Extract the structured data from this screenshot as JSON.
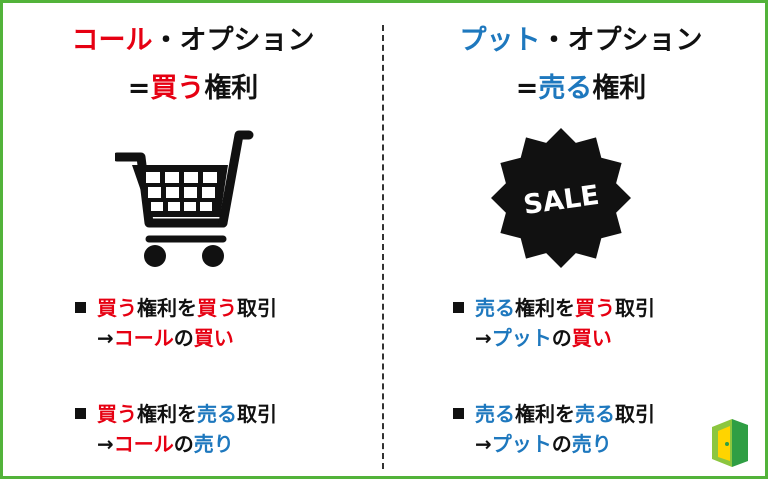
{
  "left": {
    "title1": {
      "accent": "コール",
      "rest": "・オプション"
    },
    "title2": {
      "prefix": "=",
      "accent": "買う",
      "rest": "権利"
    },
    "items": [
      {
        "line1": [
          {
            "t": "買う",
            "c": "red"
          },
          {
            "t": "権利を",
            "c": ""
          },
          {
            "t": "買う",
            "c": "red"
          },
          {
            "t": "取引",
            "c": ""
          }
        ],
        "line2": [
          {
            "t": "→",
            "c": ""
          },
          {
            "t": "コール",
            "c": "red"
          },
          {
            "t": "の",
            "c": ""
          },
          {
            "t": "買い",
            "c": "red"
          }
        ]
      },
      {
        "line1": [
          {
            "t": "買う",
            "c": "red"
          },
          {
            "t": "権利を",
            "c": ""
          },
          {
            "t": "売る",
            "c": "blue"
          },
          {
            "t": "取引",
            "c": ""
          }
        ],
        "line2": [
          {
            "t": "→",
            "c": ""
          },
          {
            "t": "コール",
            "c": "red"
          },
          {
            "t": "の",
            "c": ""
          },
          {
            "t": "売り",
            "c": "blue"
          }
        ]
      }
    ]
  },
  "right": {
    "title1": {
      "accent": "プット",
      "rest": "・オプション"
    },
    "title2": {
      "prefix": "=",
      "accent": "売る",
      "rest": "権利"
    },
    "sale_label": "SALE",
    "items": [
      {
        "line1": [
          {
            "t": "売る",
            "c": "blue"
          },
          {
            "t": "権利を",
            "c": ""
          },
          {
            "t": "買う",
            "c": "red"
          },
          {
            "t": "取引",
            "c": ""
          }
        ],
        "line2": [
          {
            "t": "→",
            "c": ""
          },
          {
            "t": "プット",
            "c": "blue"
          },
          {
            "t": "の",
            "c": ""
          },
          {
            "t": "買い",
            "c": "red"
          }
        ]
      },
      {
        "line1": [
          {
            "t": "売る",
            "c": "blue"
          },
          {
            "t": "権利を",
            "c": ""
          },
          {
            "t": "売る",
            "c": "blue"
          },
          {
            "t": "取引",
            "c": ""
          }
        ],
        "line2": [
          {
            "t": "→",
            "c": ""
          },
          {
            "t": "プット",
            "c": "blue"
          },
          {
            "t": "の",
            "c": ""
          },
          {
            "t": "売り",
            "c": "blue"
          }
        ]
      }
    ]
  },
  "icons": {
    "cart": "shopping-cart-icon",
    "sale": "sale-badge-icon",
    "logo": "door-logo-icon"
  },
  "colors": {
    "red": "#e60012",
    "blue": "#1e78be",
    "frame": "#52b33a"
  }
}
